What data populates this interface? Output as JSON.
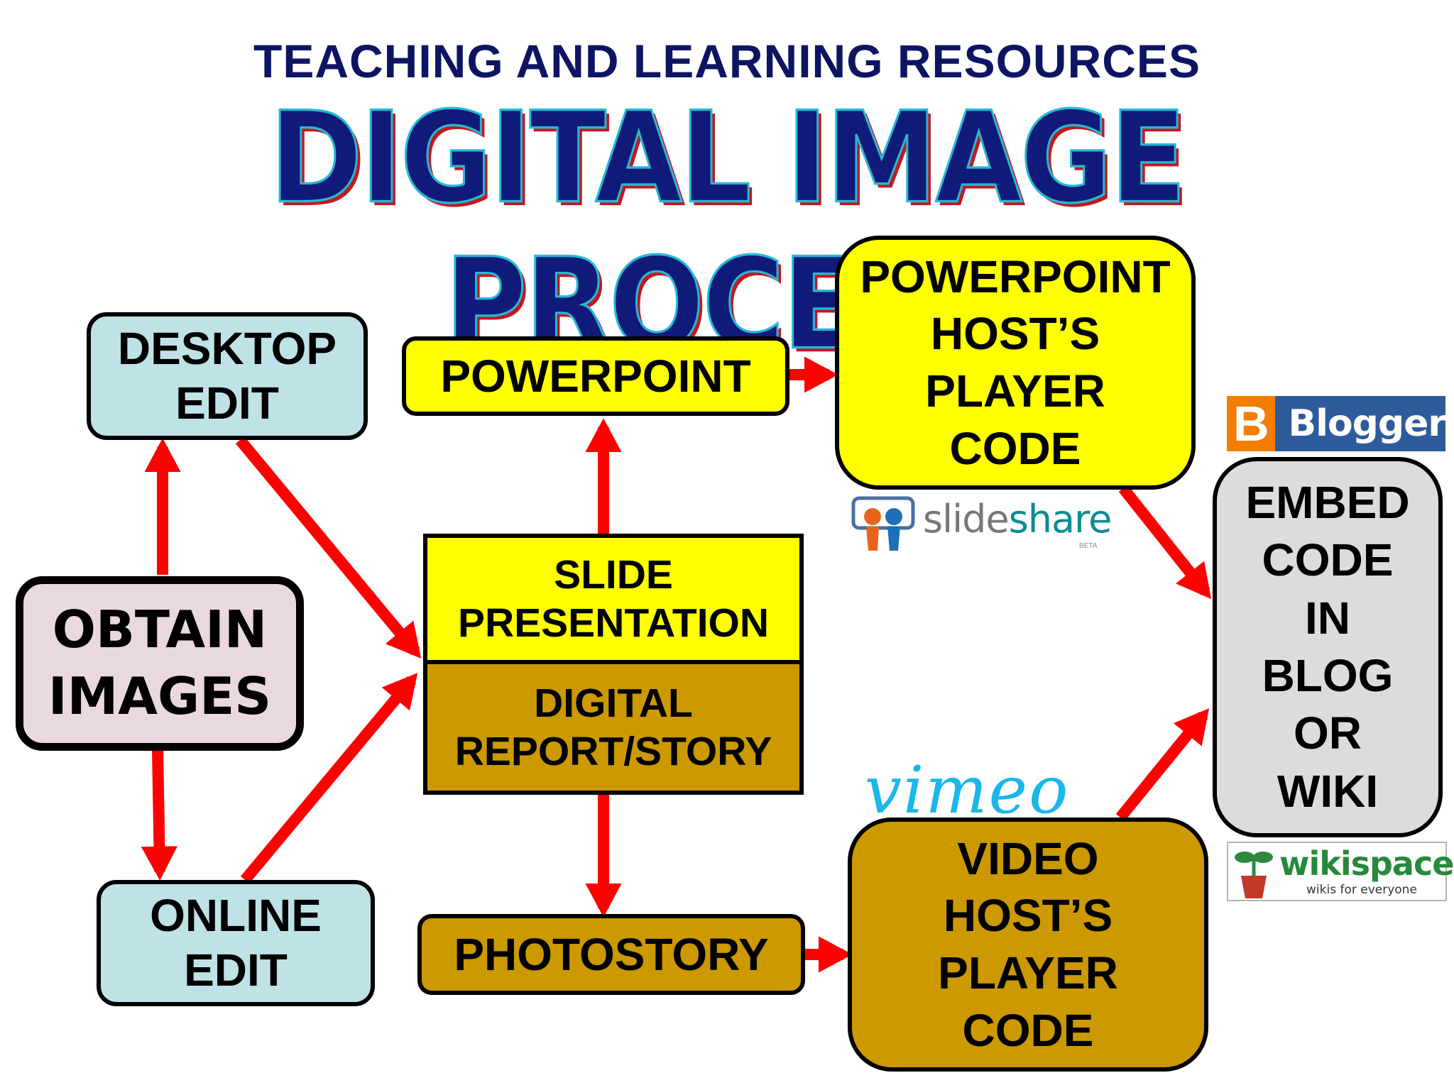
{
  "header": {
    "subtitle": "TEACHING AND LEARNING RESOURCES",
    "title": "DIGITAL IMAGE PROCESS"
  },
  "nodes": {
    "desktop_edit": [
      "DESKTOP",
      "EDIT"
    ],
    "obtain_images": [
      "OBTAIN",
      "IMAGES"
    ],
    "online_edit": [
      "ONLINE",
      "EDIT"
    ],
    "powerpoint": [
      "POWERPOINT"
    ],
    "slide_presentation": [
      "SLIDE",
      "PRESENTATION"
    ],
    "digital_report": [
      "DIGITAL",
      "REPORT/STORY"
    ],
    "photostory": [
      "PHOTOSTORY"
    ],
    "powerpoint_host": [
      "POWERPOINT",
      "HOST’S",
      "PLAYER",
      "CODE"
    ],
    "video_host": [
      "VIDEO",
      "HOST’S",
      "PLAYER",
      "CODE"
    ],
    "embed_code": [
      "EMBED",
      "CODE",
      "IN",
      "BLOG",
      "OR",
      "WIKI"
    ]
  },
  "logos": {
    "blogger": {
      "icon_letter": "B",
      "text": "Blogger"
    },
    "slideshare": {
      "part1": "slide",
      "part2": "share",
      "tag": "BETA"
    },
    "vimeo": {
      "text": "vimeo"
    },
    "wikispaces": {
      "text": "wikispaces",
      "tagline": "wikis for everyone"
    }
  },
  "colors": {
    "arrow": "#ff0000",
    "blue_box": "#bfe2e6",
    "pink_box": "#ead8df",
    "yellow_box": "#ffff00",
    "gold_box": "#cc9900",
    "gray_box": "#dcdcdc",
    "title": "#101a78"
  }
}
